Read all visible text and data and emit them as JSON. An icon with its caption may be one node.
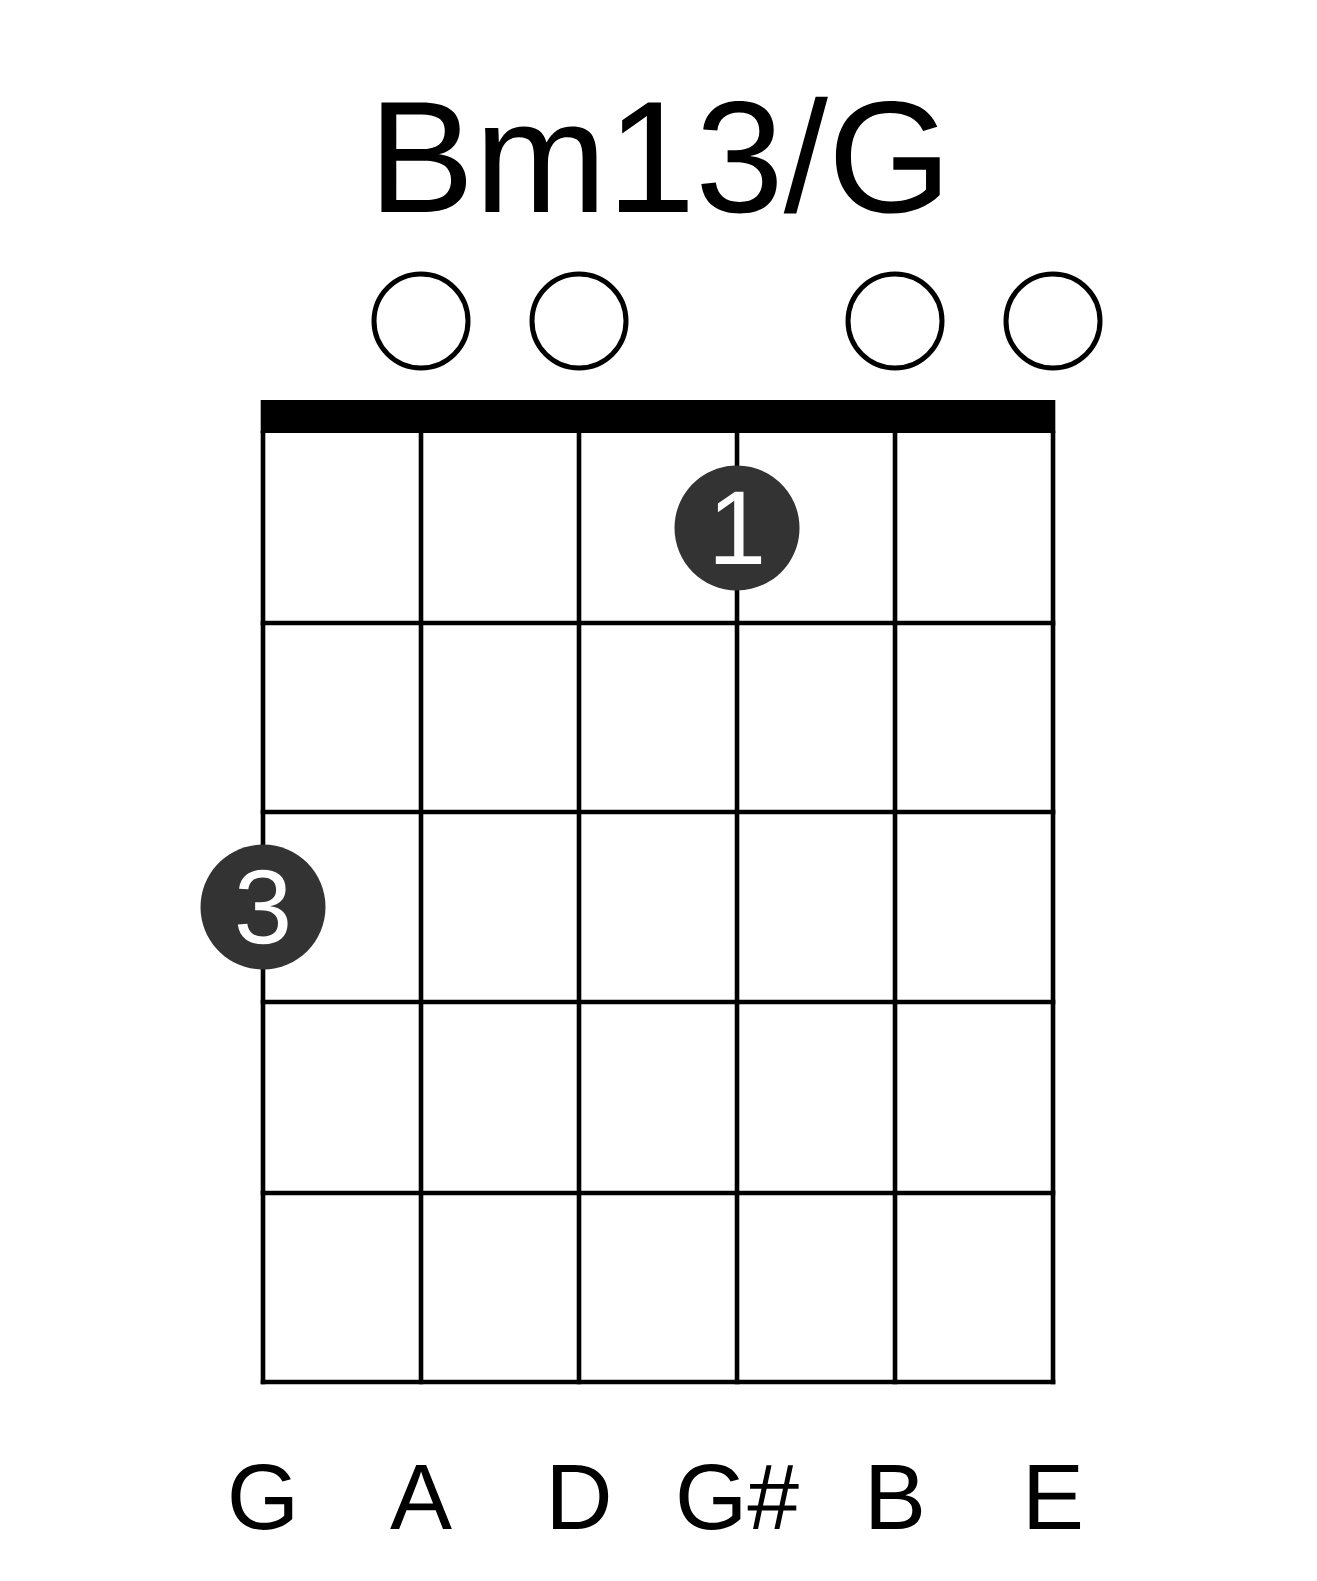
{
  "diagram": {
    "title": "Bm13/G",
    "nodes": [
      {
        "text": [],
        "shape": "circle"
      },
      {
        "text": [],
        "shape": "circle"
      },
      {
        "text": [],
        "shape": "circle"
      },
      {
        "text": [],
        "shape": "circle"
      },
      {
        "text": [
          "1"
        ]
      },
      {
        "text": [
          "3"
        ]
      }
    ],
    "labels": [
      "G",
      "A",
      "D",
      "G#",
      "B",
      "E"
    ]
  }
}
